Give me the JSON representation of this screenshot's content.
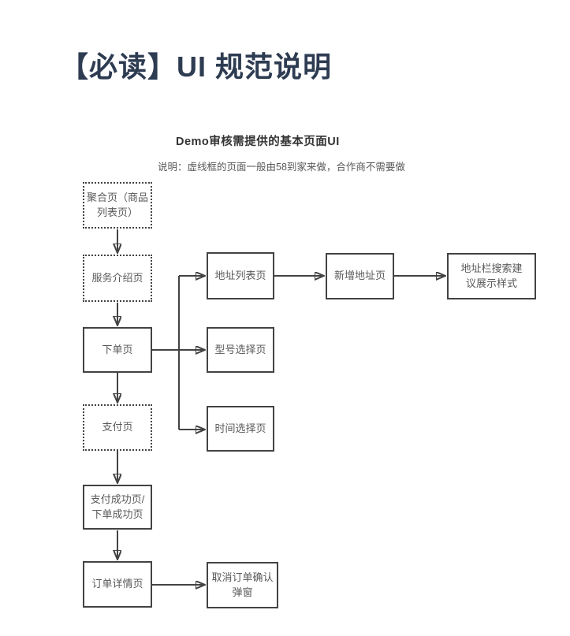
{
  "page": {
    "title": "【必读】UI 规范说明"
  },
  "colors": {
    "title": "#2e3c52",
    "node_border": "#434343",
    "node_text": "#595959",
    "heading_text": "#333333",
    "note_text": "#595959",
    "background": "#ffffff"
  },
  "diagram": {
    "heading": "Demo审核需提供的基本页面UI",
    "note": "说明：虚线框的页面一般由58到家来做，合作商不需要做",
    "nodes": [
      {
        "id": "aggregate-page",
        "label": "聚合页（商品\n列表页）",
        "border": "dotted"
      },
      {
        "id": "service-intro-page",
        "label": "服务介绍页",
        "border": "dotted"
      },
      {
        "id": "order-page",
        "label": "下单页",
        "border": "solid"
      },
      {
        "id": "payment-page",
        "label": "支付页",
        "border": "dotted"
      },
      {
        "id": "success-page",
        "label": "支付成功页/\n下单成功页",
        "border": "solid"
      },
      {
        "id": "order-detail-page",
        "label": "订单详情页",
        "border": "solid"
      },
      {
        "id": "address-list-page",
        "label": "地址列表页",
        "border": "solid"
      },
      {
        "id": "model-select-page",
        "label": "型号选择页",
        "border": "solid"
      },
      {
        "id": "time-select-page",
        "label": "时间选择页",
        "border": "solid"
      },
      {
        "id": "cancel-order-dialog",
        "label": "取消订单确认\n弹窗",
        "border": "solid"
      },
      {
        "id": "new-address-page",
        "label": "新增地址页",
        "border": "solid"
      },
      {
        "id": "address-suggest-style",
        "label": "地址栏搜索建\n议展示样式",
        "border": "solid"
      }
    ],
    "edges": [
      {
        "from": "聚合页（商品列表页）",
        "to": "服务介绍页"
      },
      {
        "from": "服务介绍页",
        "to": "下单页"
      },
      {
        "from": "下单页",
        "to": "支付页"
      },
      {
        "from": "支付页",
        "to": "支付成功页/下单成功页"
      },
      {
        "from": "支付成功页/下单成功页",
        "to": "订单详情页"
      },
      {
        "from": "下单页",
        "to": "地址列表页"
      },
      {
        "from": "下单页",
        "to": "型号选择页"
      },
      {
        "from": "下单页",
        "to": "时间选择页"
      },
      {
        "from": "地址列表页",
        "to": "新增地址页"
      },
      {
        "from": "新增地址页",
        "to": "地址栏搜索建议展示样式"
      },
      {
        "from": "订单详情页",
        "to": "取消订单确认弹窗"
      }
    ]
  }
}
